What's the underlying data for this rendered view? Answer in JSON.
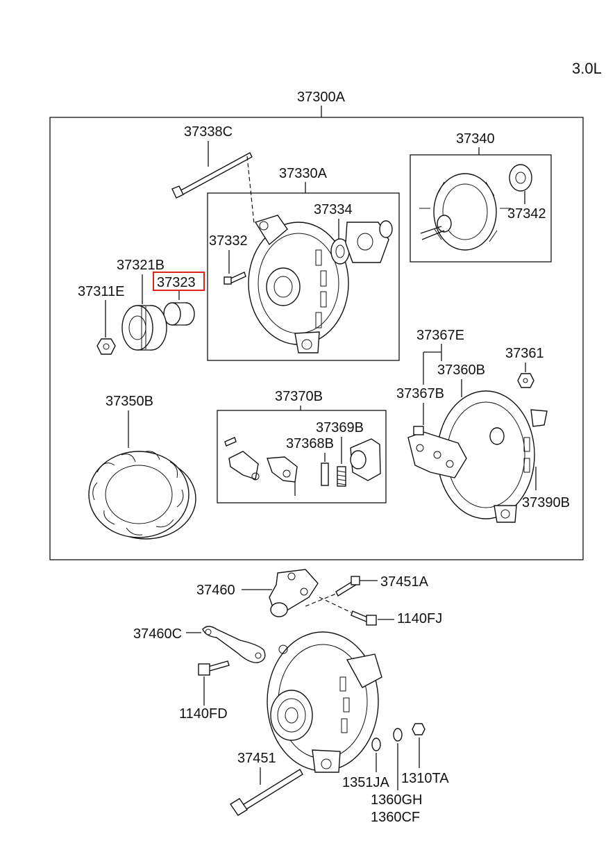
{
  "engine_label": "3.0L",
  "assembly_label": "37300A",
  "highlighted_part": "37323",
  "labels": {
    "p37338C": "37338C",
    "p37330A": "37330A",
    "p37334": "37334",
    "p37332": "37332",
    "p37340": "37340",
    "p37342": "37342",
    "p37321B": "37321B",
    "p37323": "37323",
    "p37311E": "37311E",
    "p37367E": "37367E",
    "p37361": "37361",
    "p37360B": "37360B",
    "p37367B": "37367B",
    "p37350B": "37350B",
    "p37370B": "37370B",
    "p37369B": "37369B",
    "p37368B": "37368B",
    "p37390B": "37390B",
    "p37460": "37460",
    "p37451A": "37451A",
    "p1140FJ": "1140FJ",
    "p37460C": "37460C",
    "p1140FD": "1140FD",
    "p37451": "37451",
    "p1351JA": "1351JA",
    "p1310TA": "1310TA",
    "p1360GH": "1360GH",
    "p1360CF": "1360CF"
  }
}
